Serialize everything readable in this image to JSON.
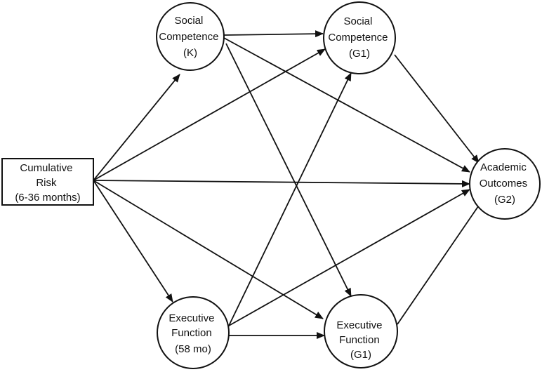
{
  "nodes": [
    {
      "id": "cr",
      "lines": [
        "Cumulative",
        "Risk",
        "(6-36 months)"
      ]
    },
    {
      "id": "sck",
      "lines": [
        "Social",
        "Competence",
        "(K)"
      ]
    },
    {
      "id": "sc1",
      "lines": [
        "Social",
        "Competence",
        "(G1)"
      ]
    },
    {
      "id": "ef58",
      "lines": [
        "Executive",
        "Function",
        "(58 mo)"
      ]
    },
    {
      "id": "ef1",
      "lines": [
        "Executive",
        "Function",
        "(G1)"
      ]
    },
    {
      "id": "ao",
      "lines": [
        "Academic",
        "Outcomes",
        "(G2)"
      ]
    }
  ],
  "edges": [
    {
      "from": "cr",
      "to": "sck"
    },
    {
      "from": "cr",
      "to": "sc1"
    },
    {
      "from": "cr",
      "to": "ao"
    },
    {
      "from": "cr",
      "to": "ef58"
    },
    {
      "from": "cr",
      "to": "ef1"
    },
    {
      "from": "sck",
      "to": "sc1"
    },
    {
      "from": "sck",
      "to": "ao"
    },
    {
      "from": "sck",
      "to": "ef1"
    },
    {
      "from": "ef58",
      "to": "sc1"
    },
    {
      "from": "ef58",
      "to": "ef1"
    },
    {
      "from": "ef58",
      "to": "ao"
    },
    {
      "from": "sc1",
      "to": "ao"
    },
    {
      "from": "ef1",
      "to": "ao"
    }
  ]
}
